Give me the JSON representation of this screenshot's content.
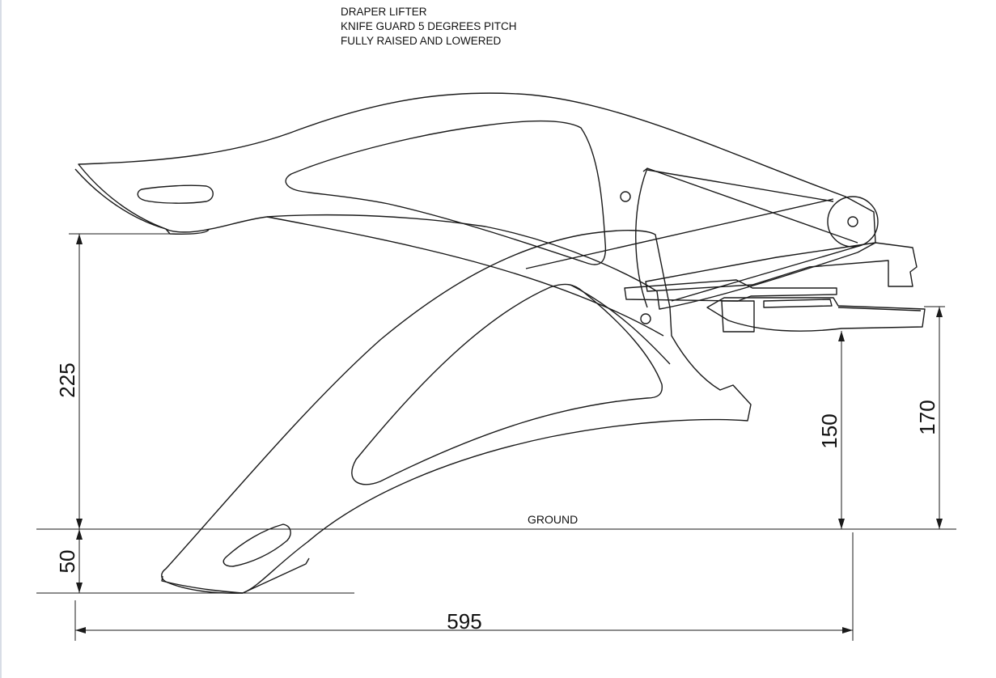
{
  "notes": {
    "line1": "DRAPER LIFTER",
    "line2": "KNIFE GUARD 5 DEGREES PITCH",
    "line3": "FULLY RAISED AND LOWERED"
  },
  "labels": {
    "ground": "GROUND"
  },
  "dimensions": {
    "raised_height": "225",
    "lowered_depth": "50",
    "overall_length": "595",
    "guard_height_lower": "150",
    "guard_height_upper": "170"
  }
}
